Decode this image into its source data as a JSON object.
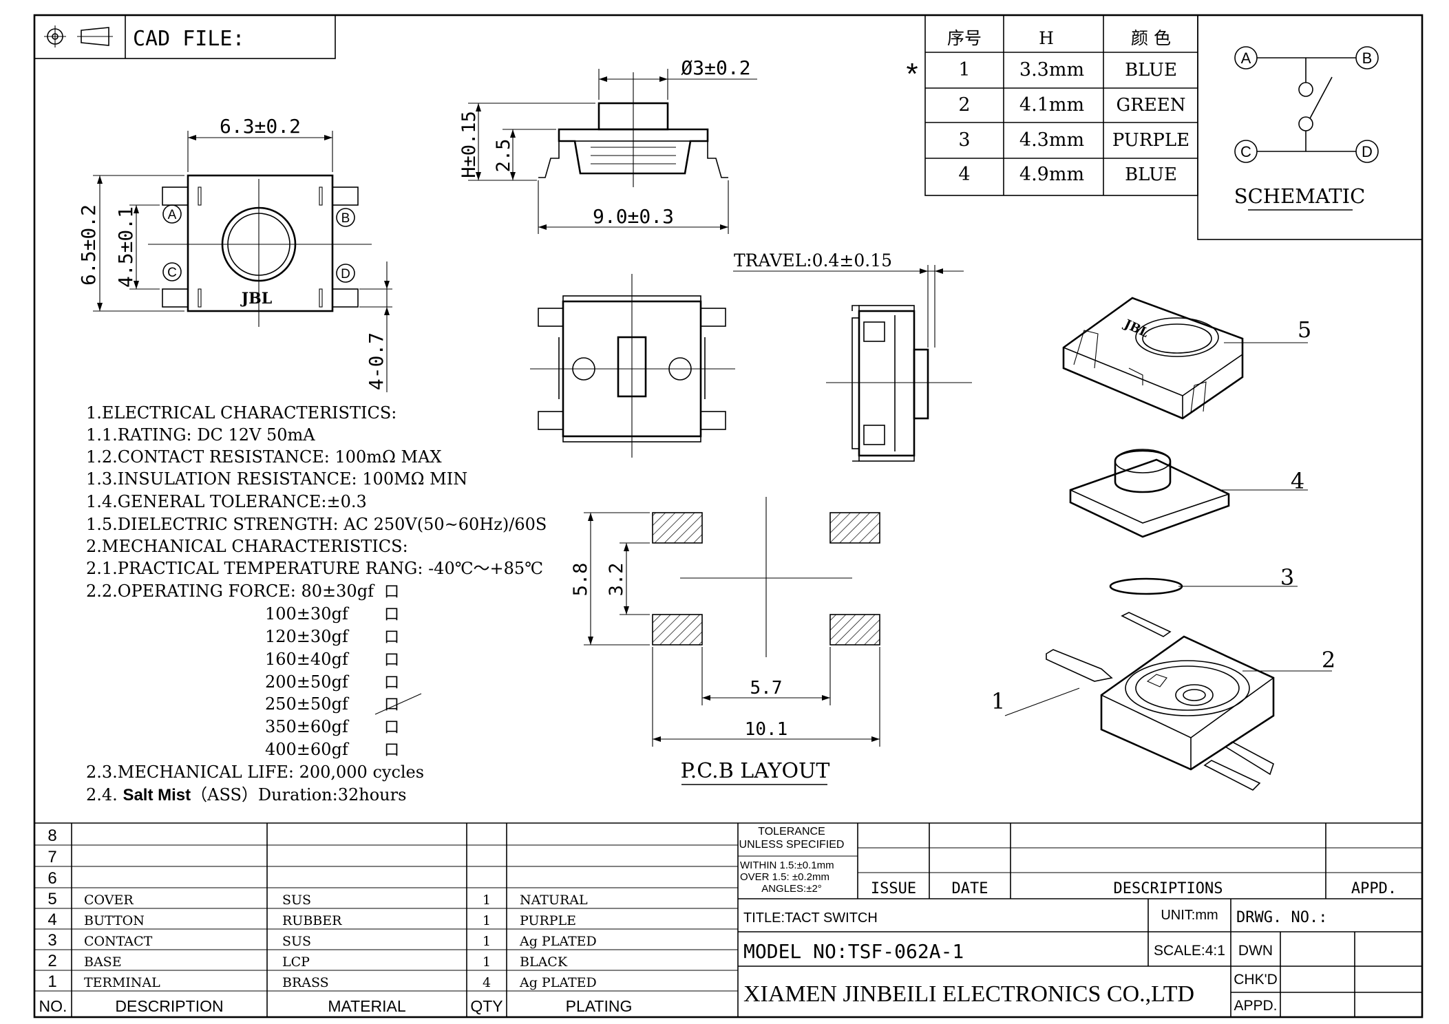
{
  "header": {
    "cad_file_label": "CAD FILE:"
  },
  "dimensions": {
    "top_width": "6.3±0.2",
    "top_height": "6.5±0.2",
    "pin_pitch": "4.5±0.1",
    "pin_len": "4-0.7",
    "side_dia": "Ø3±0.2",
    "side_h": "H±0.15",
    "side_base_h": "2.5",
    "side_width": "9.0±0.3",
    "travel": "TRAVEL:0.4±0.15",
    "pcb_58": "5.8",
    "pcb_32": "3.2",
    "pcb_57": "5.7",
    "pcb_101": "10.1"
  },
  "logo_text": "JBL",
  "pins": {
    "a": "A",
    "b": "B",
    "c": "C",
    "d": "D"
  },
  "pcb_layout_label": "P.C.B LAYOUT",
  "variants": {
    "marker": "*",
    "headers": [
      "序号",
      "H",
      "颜 色"
    ],
    "rows": [
      [
        "1",
        "3.3mm",
        "BLUE"
      ],
      [
        "2",
        "4.1mm",
        "GREEN"
      ],
      [
        "3",
        "4.3mm",
        "PURPLE"
      ],
      [
        "4",
        "4.9mm",
        "BLUE"
      ]
    ]
  },
  "schematic_label": "SCHEMATIC",
  "callouts": [
    "1",
    "2",
    "3",
    "4",
    "5"
  ],
  "specs": {
    "lines": [
      "1.ELECTRICAL CHARACTERISTICS:",
      "1.1.RATING: DC 12V 50mA",
      "1.2.CONTACT RESISTANCE: 100mΩ MAX",
      "1.3.INSULATION RESISTANCE: 100MΩ MIN",
      "1.4.GENERAL TOLERANCE:±0.3",
      "1.5.DIELECTRIC STRENGTH: AC 250V(50~60Hz)/60S",
      "2.MECHANICAL CHARACTERISTICS:",
      "2.1.PRACTICAL TEMPERATURE RANG: -40℃～+85℃",
      "2.2.OPERATING FORCE: 80±30gf"
    ],
    "forces": [
      "100±30gf",
      "120±30gf",
      "160±40gf",
      "200±50gf",
      "250±50gf",
      "350±60gf",
      "400±60gf"
    ],
    "checkbox": "口",
    "life": "2.3.MECHANICAL LIFE: 200,000 cycles",
    "salt_prefix": "2.4. ",
    "salt_bold": "Salt Mist",
    "salt_suffix": "（ASS）Duration:32hours"
  },
  "bom": {
    "empty_rows": [
      "8",
      "7",
      "6"
    ],
    "rows": [
      {
        "no": "5",
        "desc": "COVER",
        "mat": "SUS",
        "qty": "1",
        "plating": "NATURAL"
      },
      {
        "no": "4",
        "desc": "BUTTON",
        "mat": "RUBBER",
        "qty": "1",
        "plating": "PURPLE"
      },
      {
        "no": "3",
        "desc": "CONTACT",
        "mat": "SUS",
        "qty": "1",
        "plating": "Ag PLATED"
      },
      {
        "no": "2",
        "desc": "BASE",
        "mat": "LCP",
        "qty": "1",
        "plating": "BLACK"
      },
      {
        "no": "1",
        "desc": "TERMINAL",
        "mat": "BRASS",
        "qty": "4",
        "plating": "Ag PLATED"
      }
    ],
    "headers": {
      "no": "NO.",
      "desc": "DESCRIPTION",
      "mat": "MATERIAL",
      "qty": "QTY",
      "plating": "PLATING"
    }
  },
  "title_block": {
    "tol1": "TOLERANCE",
    "tol2": "UNLESS SPECIFIED",
    "tol3": "WITHIN 1.5:±0.1mm",
    "tol4": "OVER 1.5: ±0.2mm",
    "tol5": "ANGLES:±2°",
    "issue": "ISSUE",
    "date": "DATE",
    "descriptions": "DESCRIPTIONS",
    "appd": "APPD.",
    "title": "TITLE:TACT SWITCH",
    "unit": "UNIT:mm",
    "drwg": "DRWG. NO.:",
    "model": "MODEL NO:TSF-062A-1",
    "scale": "SCALE:4:1",
    "dwn": "DWN",
    "company": "XIAMEN JINBEILI ELECTRONICS CO.,LTD",
    "chkd": "CHK'D",
    "appd2": "APPD."
  }
}
